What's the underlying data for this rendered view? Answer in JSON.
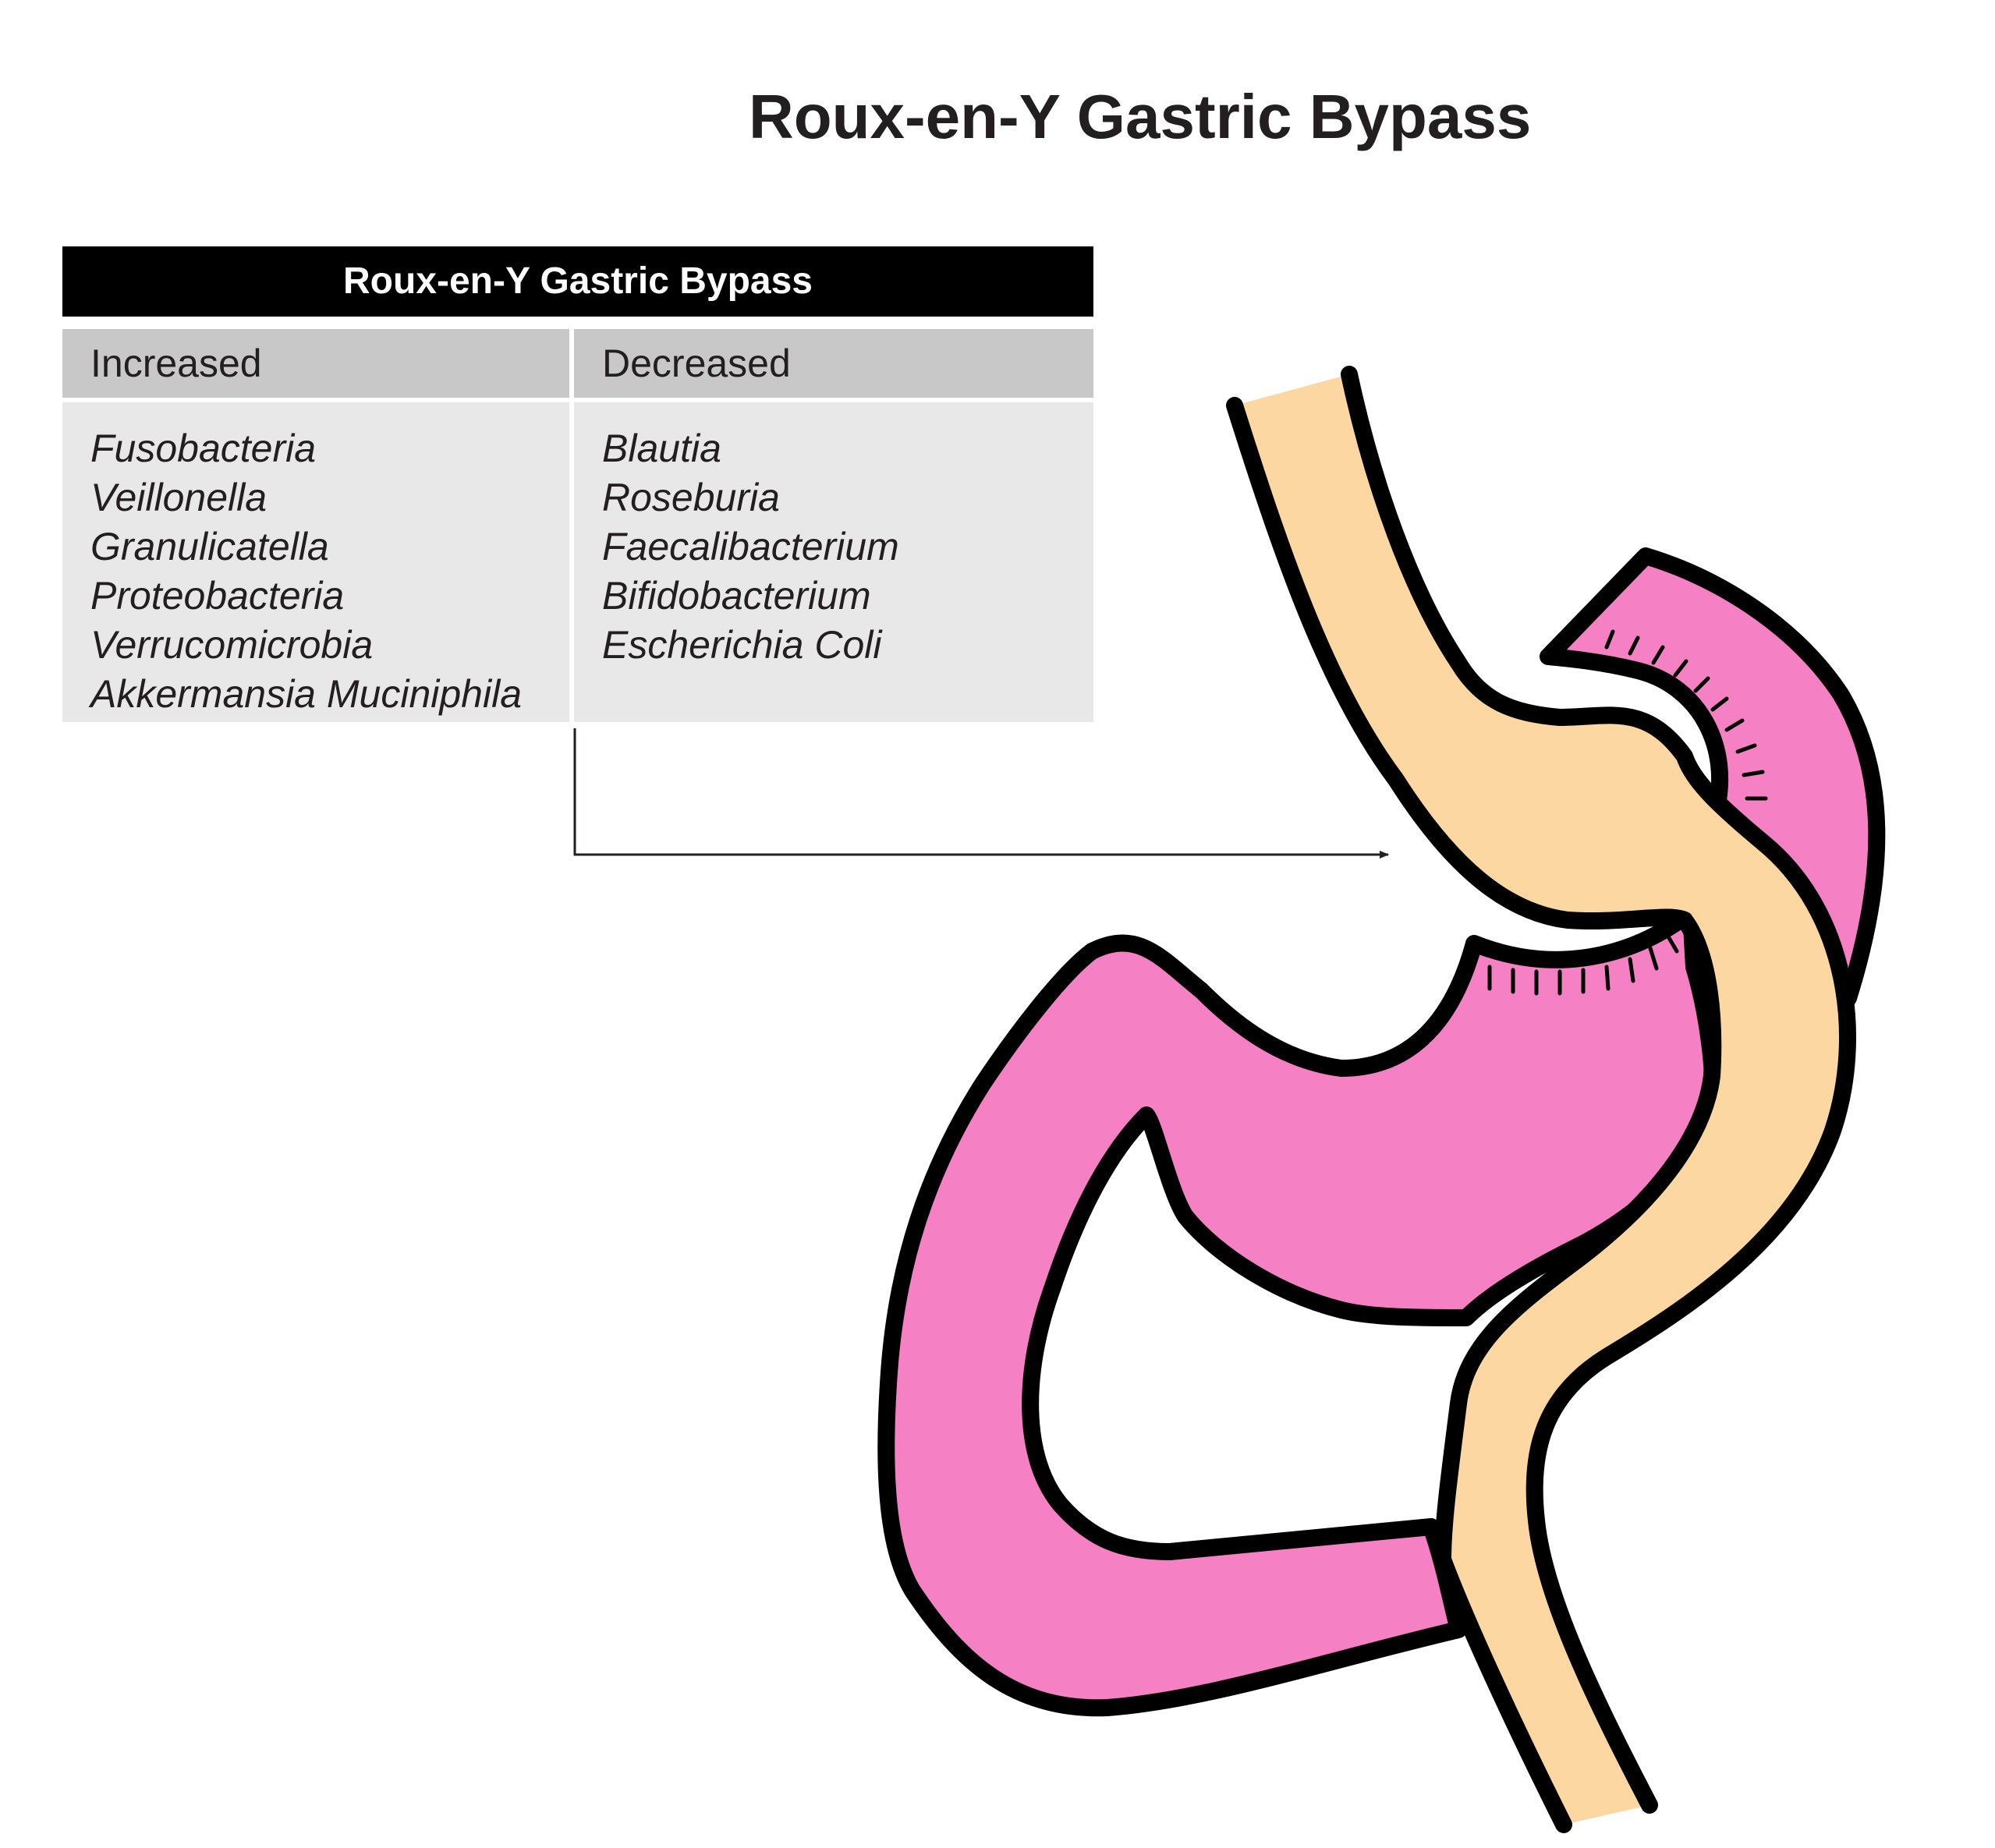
{
  "title": "Roux-en-Y Gastric Bypass",
  "table": {
    "header": "Roux-en-Y Gastric Bypass",
    "columns": [
      {
        "label": "Increased",
        "items": [
          "Fusobacteria",
          "Veillonella",
          "Granulicatella",
          "Proteobacteria",
          "Verrucomicrobia",
          "Akkermansia Muciniphila"
        ]
      },
      {
        "label": "Decreased",
        "items": [
          "Blautia",
          "Roseburia",
          "Faecalibacterium",
          "Bifidobacterium",
          "Escherichia Coli"
        ]
      }
    ]
  },
  "colors": {
    "stomach": "#f580c4",
    "bypass_limb": "#fcd7a1",
    "outline": "#000000",
    "header_bg": "#000000",
    "column_head_bg": "#c8c8c8",
    "column_body_bg": "#e8e8e8"
  }
}
